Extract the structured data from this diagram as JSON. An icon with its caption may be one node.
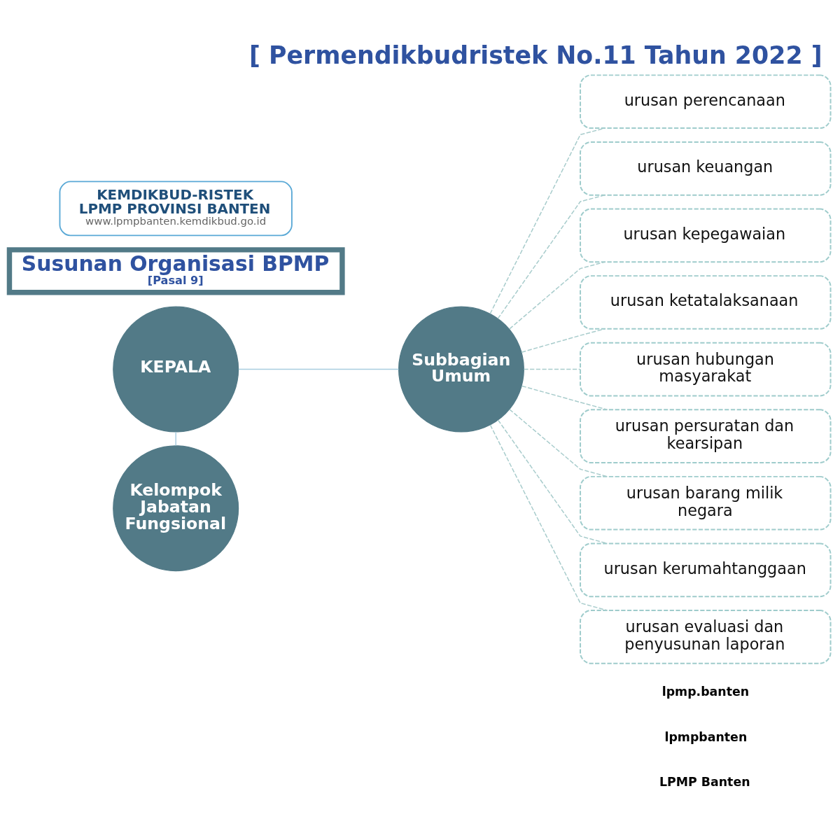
{
  "diagram": {
    "title": "[ Permendikbudristek No.11 Tahun 2022 ]",
    "nodes": [
      {
        "text": [
          "KEMDIKBUD-RISTEK",
          "LPMP PROVINSI BANTEN",
          "www.lpmpbanten.kemdikbud.go.id"
        ]
      },
      {
        "text": [
          "Susunan Organisasi BPMP",
          "[Pasal 9]"
        ]
      },
      {
        "text": [
          "KEPALA"
        ]
      },
      {
        "text": [
          "Subbagian Umum"
        ]
      },
      {
        "text": [
          "Kelompok Jabatan Fungsional"
        ]
      },
      {
        "text": [
          "urusan perencanaan"
        ]
      },
      {
        "text": [
          "urusan keuangan"
        ]
      },
      {
        "text": [
          "urusan kepegawaian"
        ]
      },
      {
        "text": [
          "urusan ketatalaksanaan"
        ]
      },
      {
        "text": [
          "urusan hubungan masyarakat"
        ]
      },
      {
        "text": [
          "urusan persuratan dan kearsipan"
        ]
      },
      {
        "text": [
          "urusan barang milik negara"
        ]
      },
      {
        "text": [
          "urusan kerumahtanggaan"
        ]
      },
      {
        "text": [
          "urusan evaluasi dan penyusunan laporan"
        ]
      }
    ],
    "edges": [
      {
        "from": 2,
        "to": 3,
        "arrow": "none",
        "color": "#a9cde0"
      },
      {
        "from": 2,
        "to": 4,
        "arrow": "none",
        "color": "#a9cde0"
      },
      {
        "from": 3,
        "to": 5,
        "arrow": "none",
        "style": "dashed"
      },
      {
        "from": 3,
        "to": 6,
        "arrow": "none",
        "style": "dashed"
      },
      {
        "from": 3,
        "to": 7,
        "arrow": "none",
        "style": "dashed"
      },
      {
        "from": 3,
        "to": 8,
        "arrow": "none",
        "style": "dashed"
      },
      {
        "from": 3,
        "to": 9,
        "arrow": "none",
        "style": "dashed"
      },
      {
        "from": 3,
        "to": 10,
        "arrow": "none",
        "style": "dashed"
      },
      {
        "from": 3,
        "to": 11,
        "arrow": "none",
        "style": "dashed"
      },
      {
        "from": 3,
        "to": 12,
        "arrow": "none",
        "style": "dashed"
      },
      {
        "from": 3,
        "to": 13,
        "arrow": "none",
        "style": "dashed"
      }
    ],
    "labels": [
      "lpmp.banten",
      "lpmpbanten",
      "LPMP Banten"
    ]
  }
}
